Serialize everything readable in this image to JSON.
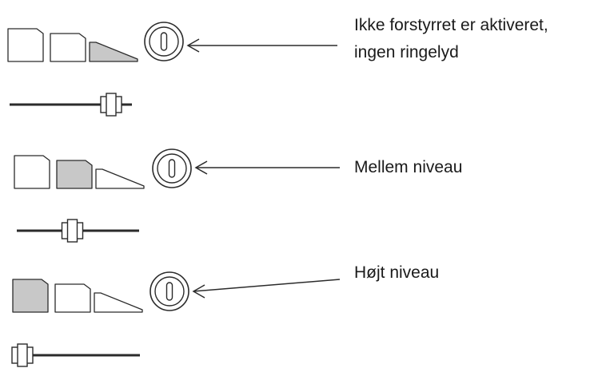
{
  "colors": {
    "stroke": "#2b2b2b",
    "bar_fill": "#c8c8c8",
    "bar_empty": "#ffffff",
    "slider_line": "#2b2b2b"
  },
  "states": [
    {
      "caption_lines": [
        "Ikke forstyrret er aktiveret,",
        "ingen ringelyd"
      ],
      "filled_bar": 3,
      "slider_level": 1.0,
      "icon": "volume-knob-icon"
    },
    {
      "caption_lines": [
        "Mellem niveau"
      ],
      "filled_bar": 2,
      "slider_level": 0.5,
      "icon": "volume-knob-icon"
    },
    {
      "caption_lines": [
        "Højt niveau"
      ],
      "filled_bar": 1,
      "slider_level": 0.0,
      "icon": "volume-knob-icon"
    }
  ]
}
